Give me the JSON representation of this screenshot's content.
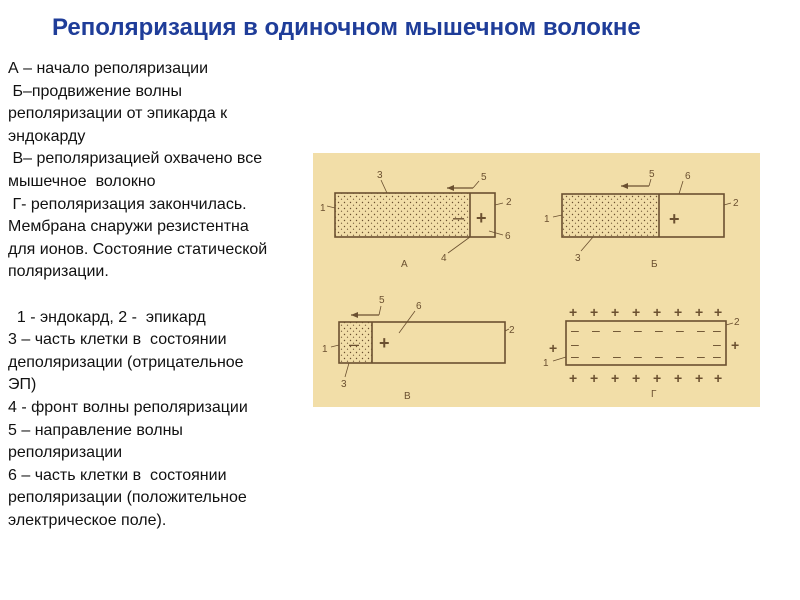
{
  "title": "Реполяризация в одиночном мышечном волокне",
  "lines": [
    "А – начало реполяризации",
    " Б–продвижение волны",
    "реполяризации от эпикарда к",
    "эндокарду",
    " В– реполяризацией охвачено все",
    "мышечное  волокно",
    " Г- реполяризация закончилась.",
    "Мембрана снаружи резистентна",
    "для ионов. Состояние статической",
    "поляризации.",
    "",
    "  1 - эндокард, 2 -  эпикард",
    "3 – часть клетки в  состоянии",
    "деполяризации (отрицательное",
    "ЭП)",
    "4 - фронт волны реполяризации",
    "5 – направление волны",
    "реполяризации",
    "6 – часть клетки в  состоянии",
    "реполяризации (положительное",
    "электрическое поле)."
  ],
  "figure": {
    "background": "#f2dea8",
    "ink": "#6b5030",
    "panels": {
      "A": {
        "caption": "А",
        "labels": [
          "1",
          "2",
          "3",
          "4",
          "5",
          "6"
        ],
        "signs": [
          "–",
          "+"
        ]
      },
      "B": {
        "caption": "Б",
        "labels": [
          "1",
          "2",
          "3",
          "5",
          "6"
        ],
        "signs": [
          "+"
        ]
      },
      "V": {
        "caption": "В",
        "labels": [
          "1",
          "2",
          "3",
          "5",
          "6"
        ],
        "signs": [
          "–",
          "+"
        ]
      },
      "G": {
        "caption": "Г",
        "labels": [
          "1",
          "2"
        ],
        "plus": "+",
        "minus": "–"
      }
    }
  }
}
